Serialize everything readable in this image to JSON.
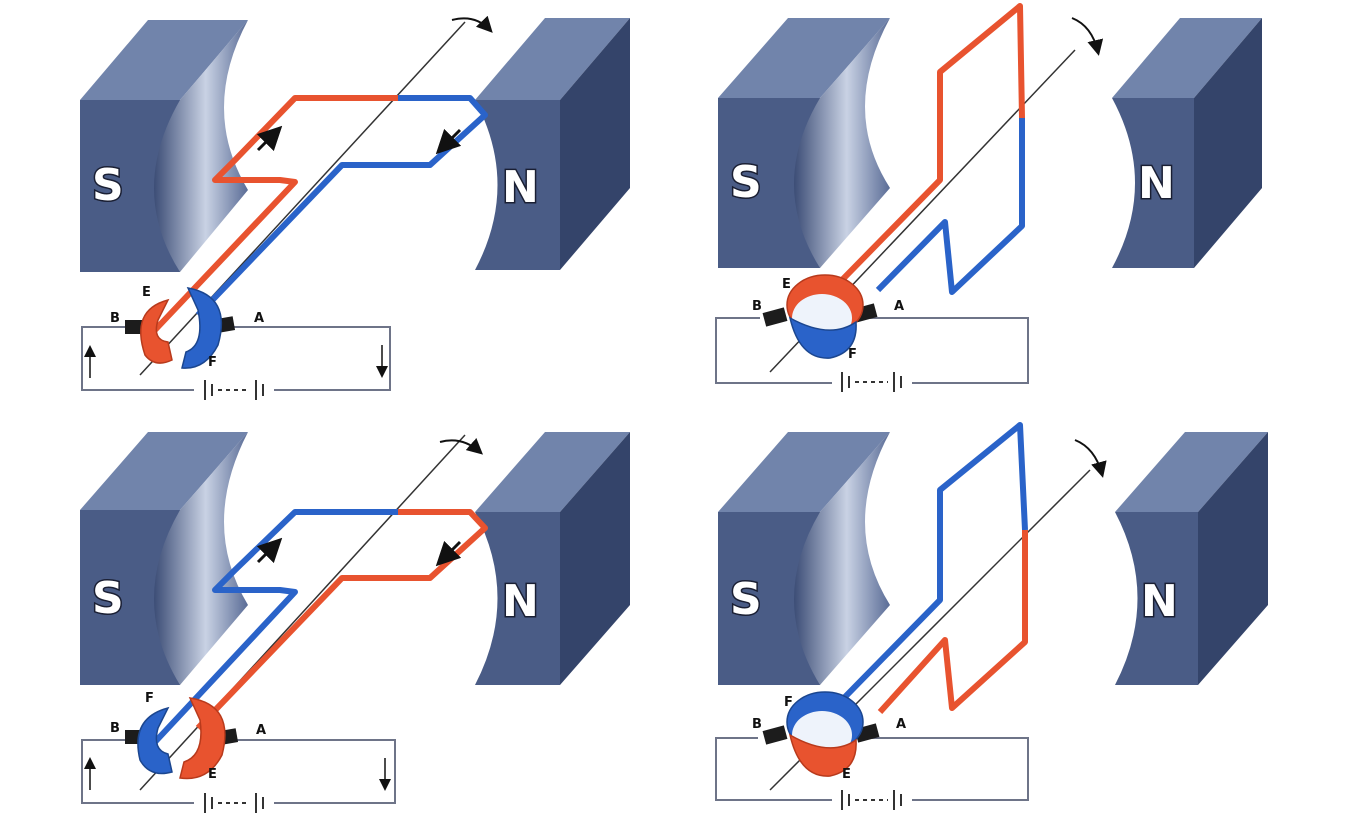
{
  "colors": {
    "magnet_front": "#4a5c86",
    "magnet_top": "#6f82a9",
    "magnet_side": "#34446a",
    "magnet_curve_light": "#c4cde0",
    "wire_red": "#e8532f",
    "wire_blue": "#2a63c9",
    "brush": "#1c1c1c",
    "circuit": "#6e7488",
    "background": "#ffffff"
  },
  "panels": [
    {
      "id": "top-left",
      "magnet_left": "S",
      "magnet_right": "N",
      "near_wire": "red",
      "far_wire": "blue",
      "label_e": "E",
      "label_f": "F",
      "label_brush_left": "B",
      "label_brush_right": "A",
      "rotation_arrow": "clockwise"
    },
    {
      "id": "top-right",
      "magnet_left": "S",
      "magnet_right": "N",
      "near_wire": "red",
      "far_wire": "blue",
      "label_e": "E",
      "label_f": "F",
      "label_brush_left": "B",
      "label_brush_right": "A",
      "rotation_arrow": "clockwise"
    },
    {
      "id": "bottom-left",
      "magnet_left": "S",
      "magnet_right": "N",
      "near_wire": "blue",
      "far_wire": "red",
      "label_e": "E",
      "label_f": "F",
      "label_brush_left": "B",
      "label_brush_right": "A",
      "rotation_arrow": "clockwise"
    },
    {
      "id": "bottom-right",
      "magnet_left": "S",
      "magnet_right": "N",
      "near_wire": "blue",
      "far_wire": "red",
      "label_e": "E",
      "label_f": "F",
      "label_brush_left": "B",
      "label_brush_right": "A",
      "rotation_arrow": "clockwise"
    }
  ]
}
